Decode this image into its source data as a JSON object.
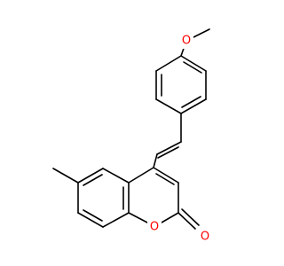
{
  "molecule": {
    "atoms": {
      "methoxy_oxygen": "O",
      "ring_oxygen": "O",
      "carbonyl_oxygen": "O"
    },
    "colors": {
      "bond": "#000000",
      "oxygen": "#ff0000",
      "background": "#ffffff"
    }
  }
}
